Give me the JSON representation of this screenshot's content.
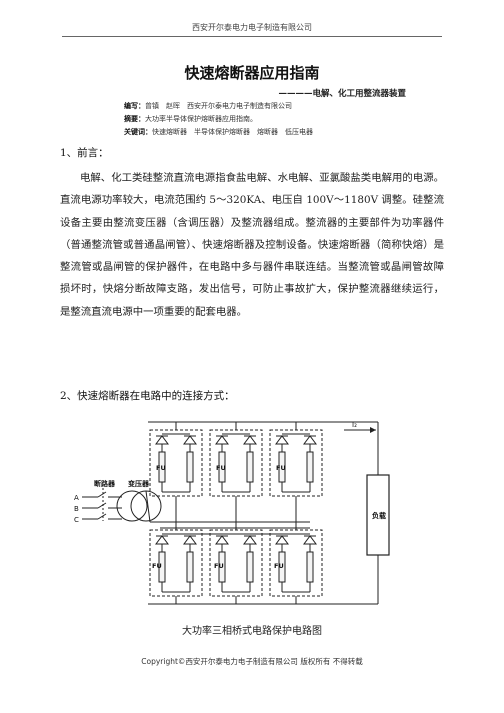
{
  "header": {
    "company": "西安开尔泰电力电子制造有限公司"
  },
  "doc": {
    "title": "快速熔断器应用指南",
    "subtitle": "————电解、化工用整流器装置",
    "authors_label": "编写：",
    "authors": "曾镇　赵晖　西安开尔泰电力电子制造有限公司",
    "abstract_label": "摘要：",
    "abstract": "大功率半导体保护熔断器应用指南。",
    "keywords_label": "关键词：",
    "keywords": "快速熔断器　半导体保护熔断器　熔断器　低压电器"
  },
  "section1": {
    "heading": "1、前言：",
    "body": "电解、化工类硅整流直流电源指食盐电解、水电解、亚氯酸盐类电解用的电源。直流电源功率较大，电流范围约 5～320KA、电压自 100V～1180V 调整。硅整流设备主要由整流变压器（含调压器）及整流器组成。整流器的主要部件为功率器件（普通整流管或普通晶闸管）、快速熔断器及控制设备。快速熔断器（简称快熔）是整流管或晶闸管的保护器件，在电路中多与器件串联连结。当整流管或晶闸管故障损坏时，快熔分断故障支路，发出信号，可防止事故扩大，保护整流器继续运行，是整流直流电源中一项重要的配套电器。"
  },
  "section2": {
    "heading": "2、快速熔断器在电路中的连接方式："
  },
  "diagram": {
    "breaker_label": "断路器",
    "transformer_label": "变压器",
    "phase_a": "A",
    "phase_b": "B",
    "phase_c": "C",
    "fuse_label": "FU",
    "current_label": "I₂",
    "load_label": "负载"
  },
  "caption": "大功率三相桥式电路保护电路图",
  "footer": {
    "copyright": "Copyright©",
    "text": "西安开尔泰电力电子制造有限公司 版权所有 不得转载"
  }
}
